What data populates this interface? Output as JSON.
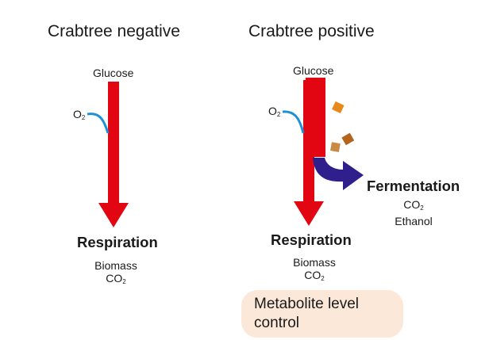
{
  "left": {
    "title": "Crabtree negative",
    "input_label": "Glucose",
    "oxygen": {
      "symbol": "O",
      "sub": "2"
    },
    "process_label": "Respiration",
    "products": [
      {
        "text": "Biomass",
        "sub": ""
      },
      {
        "text": "CO",
        "sub": "2"
      }
    ]
  },
  "right": {
    "title": "Crabtree positive",
    "input_label": "Glucose",
    "oxygen": {
      "symbol": "O",
      "sub": "2"
    },
    "process_label": "Respiration",
    "products": [
      {
        "text": "Biomass",
        "sub": ""
      },
      {
        "text": "CO",
        "sub": "2"
      }
    ],
    "branch_label": "Fermentation",
    "branch_products": [
      {
        "text": "CO",
        "sub": "2"
      },
      {
        "text": "Ethanol",
        "sub": ""
      }
    ],
    "control_label_line1": "Metabolite level",
    "control_label_line2": "control"
  },
  "colors": {
    "arrow_red": "#e20613",
    "oxygen_blue": "#1f8fd6",
    "fermentation_purple": "#2e1f8c",
    "metabolite_orange": "#e8891c",
    "metabolite_brown": "#b3651d",
    "metabolite_tan": "#c98a45",
    "control_bg": "#fbe8d8"
  }
}
